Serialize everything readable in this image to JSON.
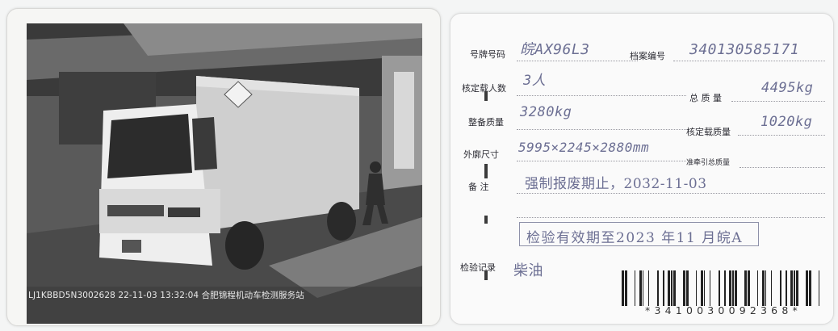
{
  "photo": {
    "caption": "LJ1KBBD5N3002628  22-11-03  13:32:04  合肥锦程机动车检测服务站"
  },
  "license": {
    "plate_label": "号牌号码",
    "plate_value": "皖AX96L3",
    "file_label": "档案编号",
    "file_value": "340130585171",
    "passengers_label": "核定载人数",
    "passengers_value": "3人",
    "total_mass_label": "总 质 量",
    "total_mass_value": "4495kg",
    "curb_mass_label": "整备质量",
    "curb_mass_value": "3280kg",
    "load_mass_label": "核定载质量",
    "load_mass_value": "1020kg",
    "dimensions_label": "外廓尺寸",
    "dimensions_value": "5995×2245×2880mm",
    "tow_mass_label": "准牵引总质量",
    "remarks_label": "备    注",
    "remarks_value": "强制报废期止，2032-11-03",
    "inspection_label": "检验记录",
    "inspection_stamp": "检验有效期至2023 年11 月皖A",
    "fuel_value": "柴油",
    "barcode_number": "*3410030092368*"
  }
}
